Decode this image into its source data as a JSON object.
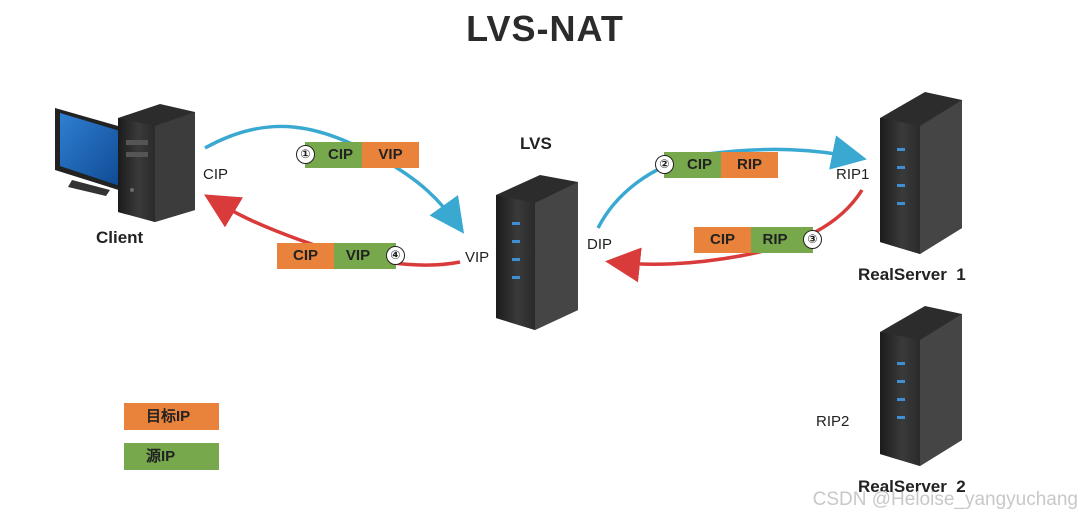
{
  "title": "LVS-NAT",
  "nodes": {
    "client": "Client",
    "lvs": "LVS",
    "realserver1": "RealServer  1",
    "realserver2": "RealServer  2"
  },
  "interfaces": {
    "cip": "CIP",
    "vip": "VIP",
    "dip": "DIP",
    "rip1": "RIP1",
    "rip2": "RIP2"
  },
  "packets": [
    {
      "step": "①",
      "fields": [
        "CIP",
        "VIP"
      ]
    },
    {
      "step": "②",
      "fields": [
        "CIP",
        "RIP"
      ]
    },
    {
      "step": "③",
      "fields": [
        "CIP",
        "RIP"
      ]
    },
    {
      "step": "④",
      "fields": [
        "CIP",
        "VIP"
      ]
    }
  ],
  "legend": {
    "dest": "目标IP",
    "src": "源IP"
  },
  "colors": {
    "dest_ip": "#e9823a",
    "src_ip": "#77a94c",
    "request_arrow": "#3aa9d2",
    "response_arrow": "#d93a3a"
  },
  "watermark": "CSDN @Heloise_yangyuchang"
}
